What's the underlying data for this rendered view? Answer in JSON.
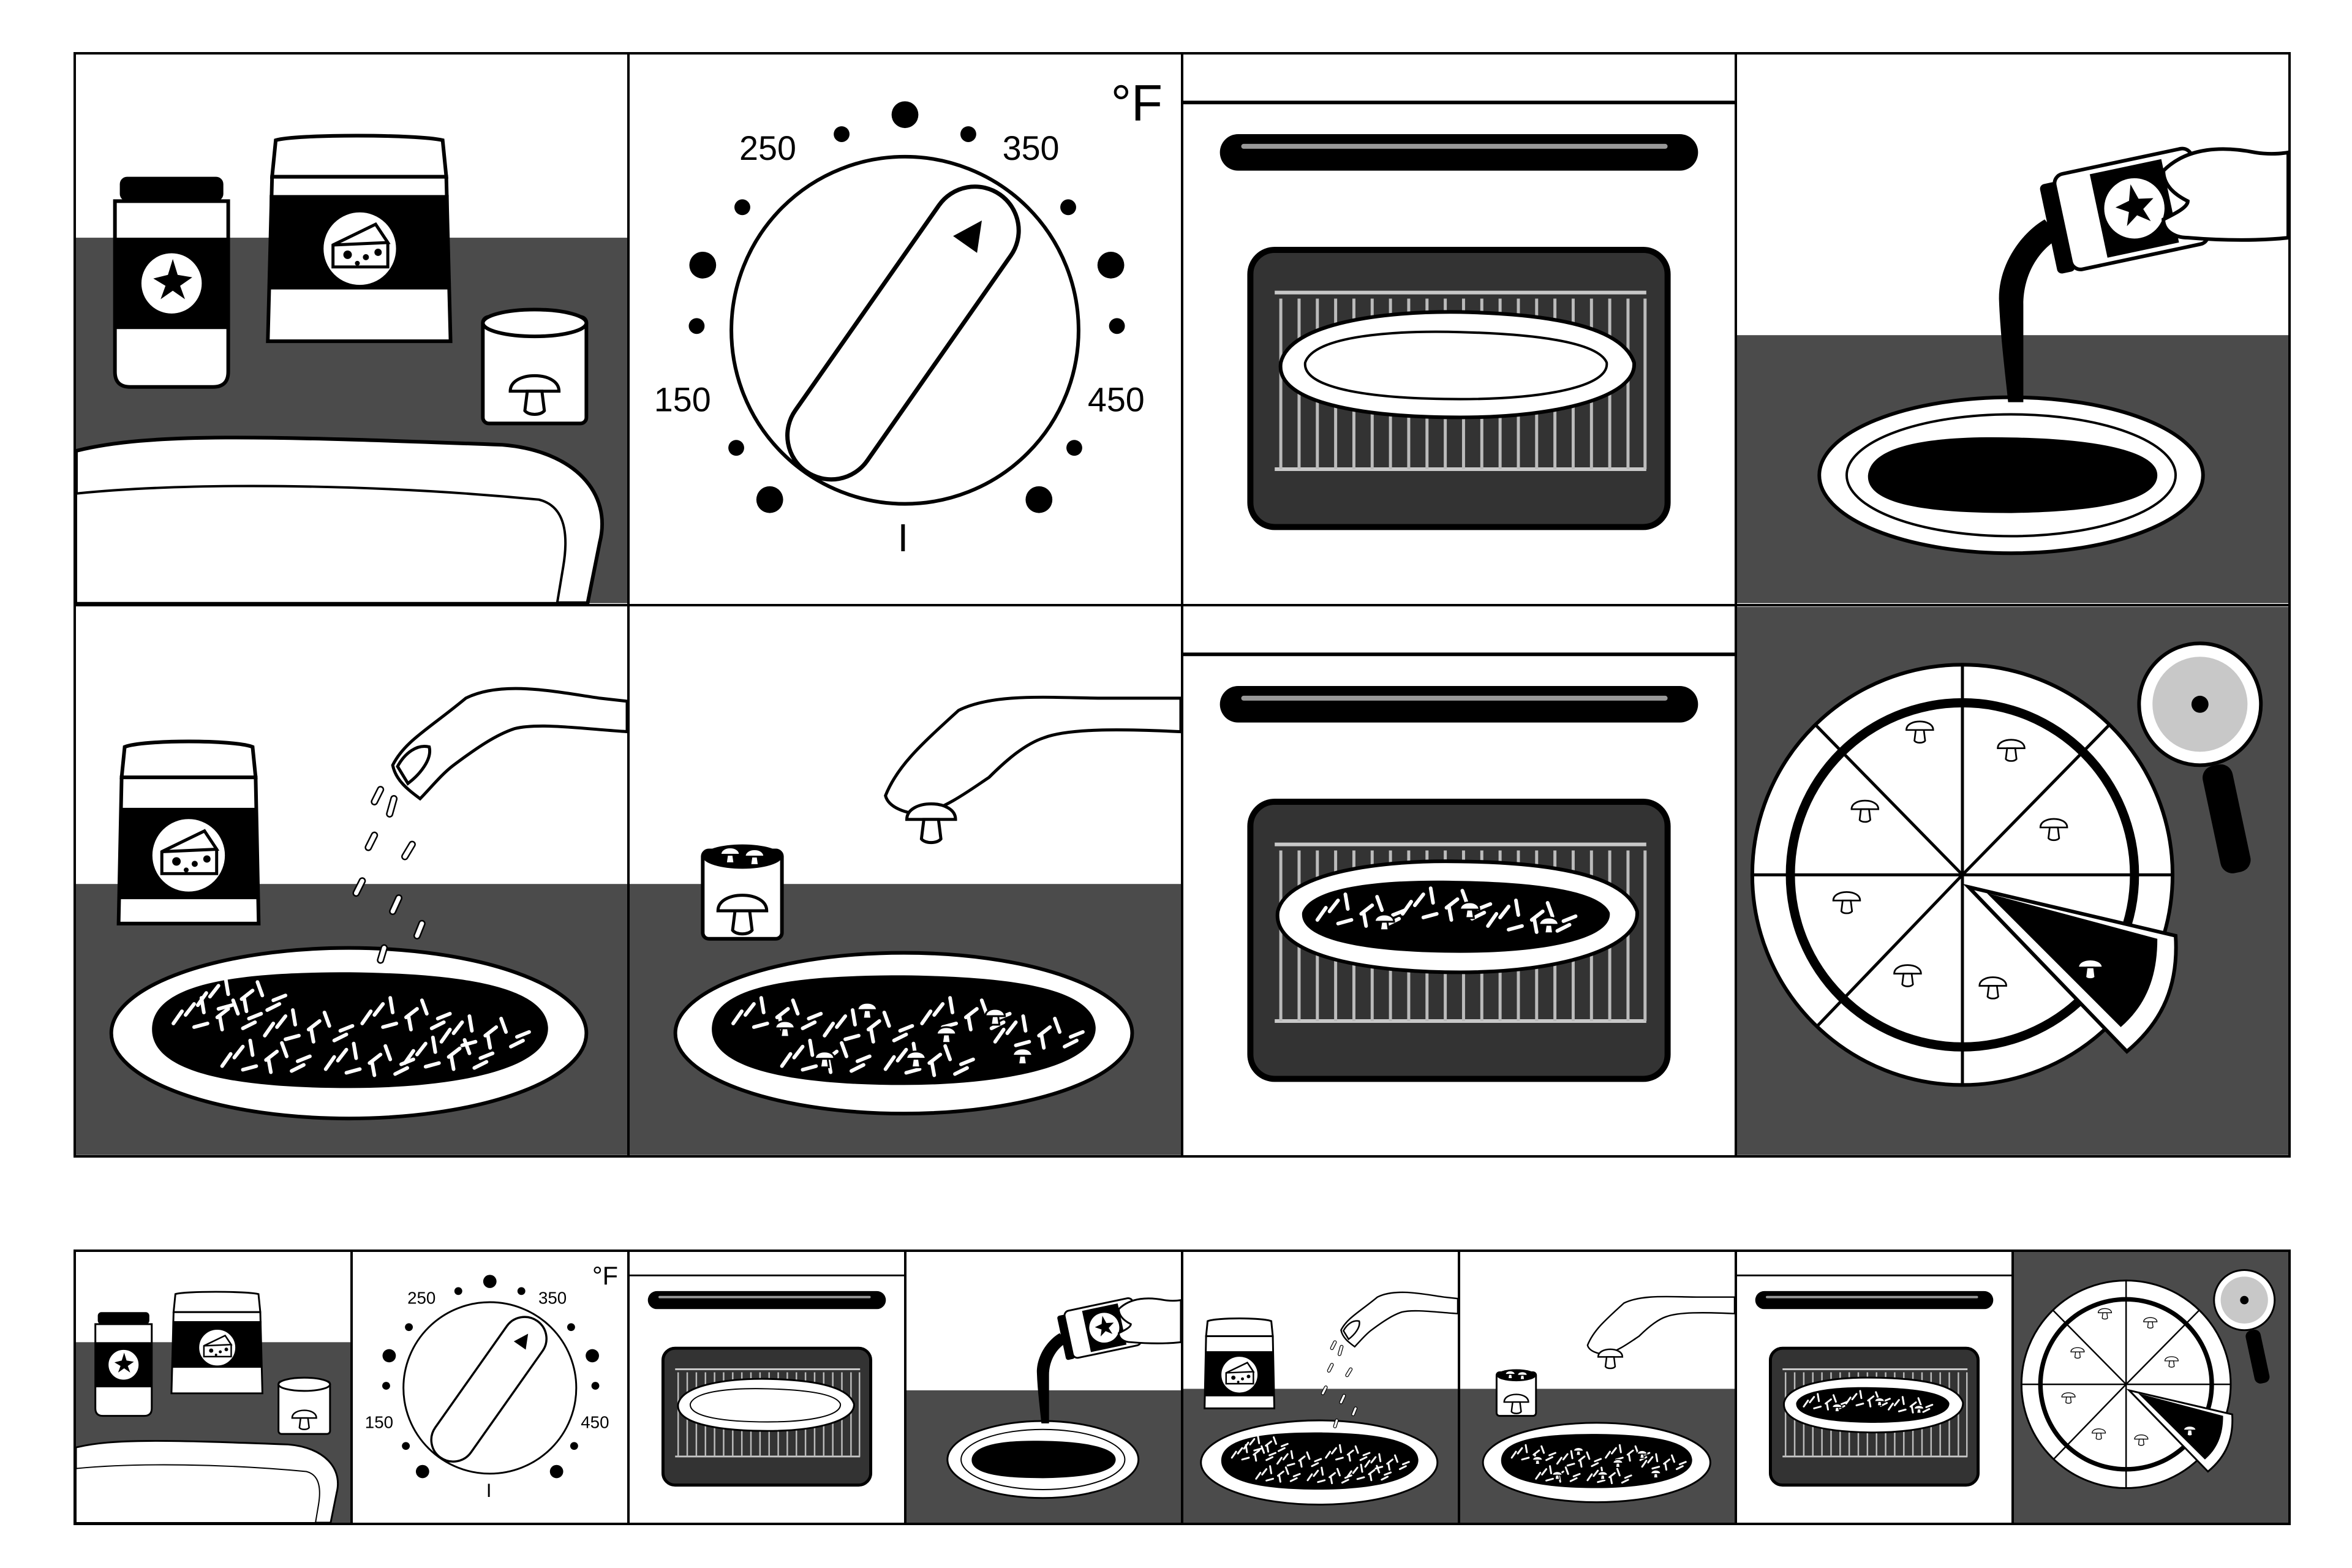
{
  "colors": {
    "counter": "#4b4b4b",
    "ink": "#000000",
    "paper": "#ffffff",
    "grate": "#c8c8c8"
  },
  "dial": {
    "unit": "°F",
    "mark_250": "250",
    "mark_350": "350",
    "mark_150": "150",
    "mark_450": "450",
    "mark_off": "I"
  },
  "steps": [
    {
      "id": "ingredients",
      "icons": [
        "tomato-sauce-jar-icon",
        "cheese-bag-icon",
        "mushroom-can-icon",
        "pizza-dough-icon"
      ]
    },
    {
      "id": "preheat-oven",
      "icons": [
        "oven-dial-icon"
      ]
    },
    {
      "id": "bake-crust",
      "icons": [
        "oven-icon",
        "pizza-crust-icon"
      ]
    },
    {
      "id": "pour-sauce",
      "icons": [
        "hand-icon",
        "sauce-jar-icon",
        "pizza-dough-icon"
      ]
    },
    {
      "id": "add-cheese",
      "icons": [
        "cheese-bag-icon",
        "hand-icon",
        "shredded-cheese-icon"
      ]
    },
    {
      "id": "add-mushrooms",
      "icons": [
        "mushroom-can-icon",
        "hand-icon",
        "mushroom-icon"
      ]
    },
    {
      "id": "bake-pizza",
      "icons": [
        "oven-icon",
        "pizza-icon"
      ]
    },
    {
      "id": "slice-pizza",
      "icons": [
        "pizza-cutter-icon",
        "sliced-pizza-icon"
      ]
    }
  ]
}
